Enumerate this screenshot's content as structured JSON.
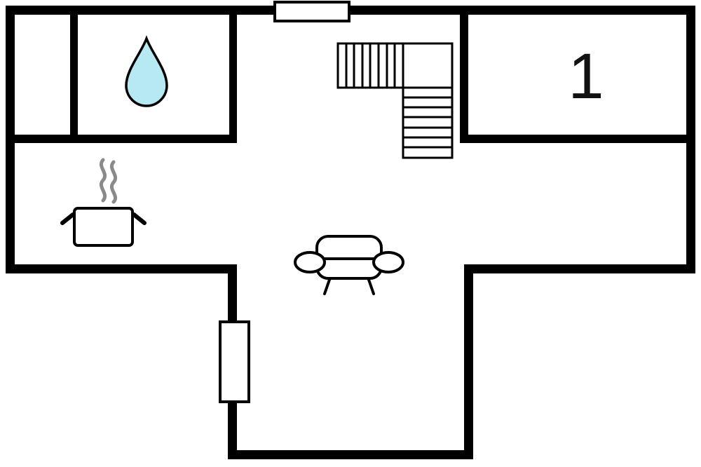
{
  "floorplan": {
    "title": "apartment-floor-plan",
    "background_color": "#ffffff",
    "wall_color": "#000000",
    "rooms": {
      "bedroom": {
        "label": "1"
      }
    },
    "icons": {
      "water_drop": {
        "name": "water-drop-icon",
        "fill": "#b6e9f1",
        "stroke": "#000000"
      },
      "steam": {
        "name": "steam-icon",
        "color": "#8a8a8a"
      },
      "cooking_pot": {
        "name": "cooking-pot-icon"
      },
      "sofa": {
        "name": "sofa-icon"
      },
      "stairs": {
        "name": "stairs-icon"
      },
      "door_marker": {
        "name": "door-marker"
      },
      "window_marker": {
        "name": "window-marker"
      }
    }
  }
}
